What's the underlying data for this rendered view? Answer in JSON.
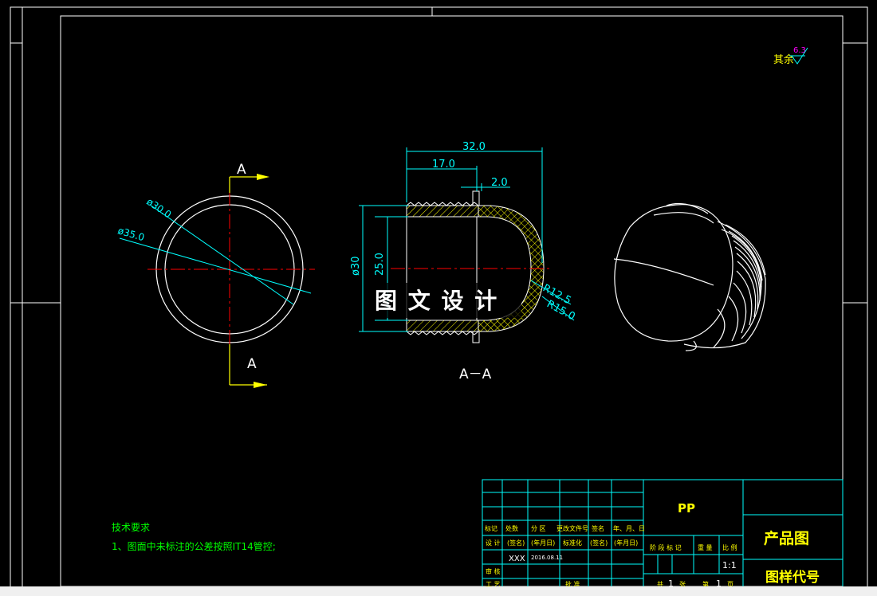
{
  "roughness": {
    "label": "其余",
    "value": "6.3"
  },
  "front_view": {
    "section_letter_top": "A",
    "section_letter_bottom": "A",
    "dim_inner": "ø30.0",
    "dim_outer": "ø35.0"
  },
  "section_view": {
    "dim_total_length": "32.0",
    "dim_thread_length": "17.0",
    "dim_flange": "2.0",
    "dim_height_30": "ø30",
    "dim_height_25": "25.0",
    "dim_r_inner": "R12.5",
    "dim_r_outer": "R15.0",
    "caption": "A－A"
  },
  "watermark": "图 文 设 计",
  "tech_requirements": {
    "title": "技术要求",
    "item1": "1、图面中未标注的公差按照IT14管控;"
  },
  "title_block": {
    "material": "PP",
    "drawing_name": "产品图",
    "drawing_code_label": "图样代号",
    "row_headers": [
      "标记",
      "处数",
      "分 区",
      "更改文件号",
      "签名",
      "年、月、日"
    ],
    "design_label": "设 计",
    "design_sign": "(签名)",
    "design_date": "(年月日)",
    "standardize_label": "标准化",
    "standardize_sign": "(签名)",
    "standardize_date": "(年月日)",
    "designer": "XXX",
    "design_date_value": "2016.08.11",
    "review_label": "审 核",
    "process_label": "工 艺",
    "approve_label": "批 准",
    "stage_headers": [
      "阶 段 标 记",
      "重 量",
      "比 例"
    ],
    "scale": "1:1",
    "sheet_total_label": "共",
    "sheet_total": "1",
    "sheet_total_unit": "张",
    "sheet_no_label": "第",
    "sheet_no": "1",
    "sheet_no_unit": "页"
  },
  "colors": {
    "background": "#000000",
    "line_white": "#ffffff",
    "dimension_cyan": "#00ffff",
    "centerline_red": "#ff0000",
    "section_yellow": "#ffff00",
    "text_green": "#00ff00",
    "roughness_magenta": "#ff00ff",
    "hatch_yellow": "#ffff00"
  }
}
